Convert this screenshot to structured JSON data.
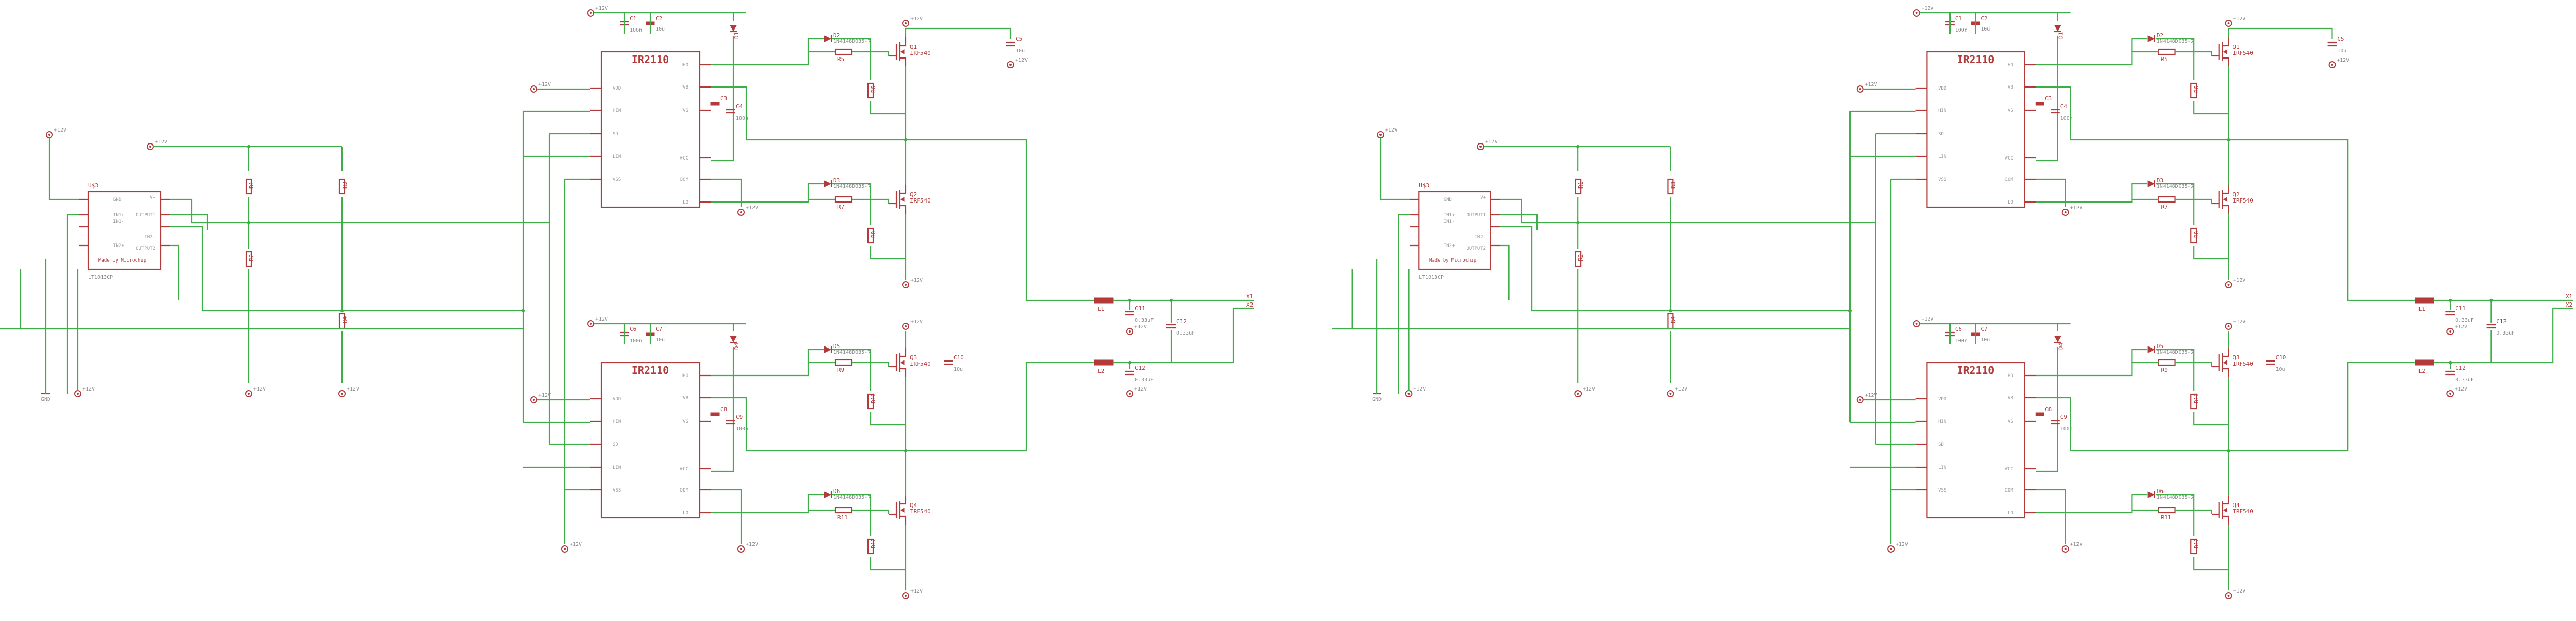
{
  "sheet": {
    "power_label": "+12V",
    "gnd_label": "GND",
    "driver_chip": "IR2110",
    "comparator_ref": "U$3",
    "comparator_part": "LT1013CP",
    "comparator_pins": [
      "IN1+",
      "IN1-",
      "OUTPUT1",
      "V+",
      "IN2+",
      "IN2-",
      "OUTPUT2",
      "GND"
    ],
    "comparator_note": "Made by Microchip",
    "driver_pins_left": [
      "VDD",
      "HIN",
      "SD",
      "LIN",
      "VSS"
    ],
    "driver_pins_right": [
      "HO",
      "VB",
      "VS",
      "VCC",
      "COM",
      "LO"
    ],
    "mosfet_part": "IRF540",
    "diode_part": "1N4148DO35-7",
    "cap_part": "100n",
    "cap_big": "10u",
    "cap_out": "0.33uF",
    "out_labels": [
      "X1",
      "X2"
    ]
  },
  "left": {
    "mosfets": [
      "Q1",
      "Q2",
      "Q3",
      "Q4"
    ],
    "diodes": [
      "D1",
      "D2",
      "D3",
      "D4",
      "D5",
      "D6"
    ],
    "resistors": [
      "R1",
      "R2",
      "R3",
      "R4",
      "R5",
      "R6",
      "R7",
      "R8",
      "R9",
      "R10",
      "R11",
      "R12"
    ],
    "caps": [
      "C1",
      "C2",
      "C3",
      "C4",
      "C5",
      "C6",
      "C7",
      "C8",
      "C9",
      "C10",
      "C11",
      "C12"
    ],
    "inductors": [
      "L1",
      "L2"
    ]
  },
  "right": {
    "mosfets": [
      "Q1",
      "Q2",
      "Q3",
      "Q4"
    ],
    "diodes": [
      "D1",
      "D2",
      "D3",
      "D4",
      "D5",
      "D6"
    ],
    "resistors": [
      "R1",
      "R2",
      "R3",
      "R4",
      "R5",
      "R6",
      "R7",
      "R8",
      "R9",
      "R10",
      "R11",
      "R12"
    ],
    "caps": [
      "C1",
      "C2",
      "C3",
      "C4",
      "C5",
      "C6",
      "C7",
      "C8",
      "C9",
      "C10",
      "C11",
      "C12"
    ],
    "inductors": [
      "L1",
      "L2"
    ]
  }
}
